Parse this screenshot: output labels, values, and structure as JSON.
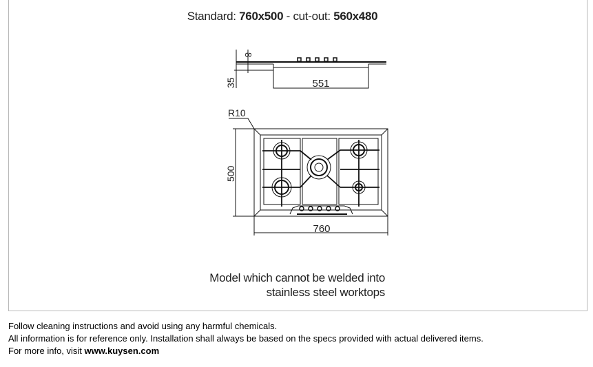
{
  "diagram": {
    "title_prefix": "Standard: ",
    "standard_size": "760x500",
    "title_mid": " - cut-out: ",
    "cutout_size": "560x480",
    "dimensions": {
      "thickness": "8",
      "height": "35",
      "depth": "551",
      "radius": "R10",
      "width_depth": "500",
      "width": "760"
    },
    "note_line1": "Model which cannot be welded into",
    "note_line2": "stainless steel worktops"
  },
  "footer": {
    "line1": "Follow cleaning instructions and avoid using any harmful chemicals.",
    "line2": "All information is for reference only. Installation shall always be based on the specs provided with actual delivered items.",
    "line3_prefix": "For more info, visit ",
    "website": "www.kuysen.com"
  }
}
